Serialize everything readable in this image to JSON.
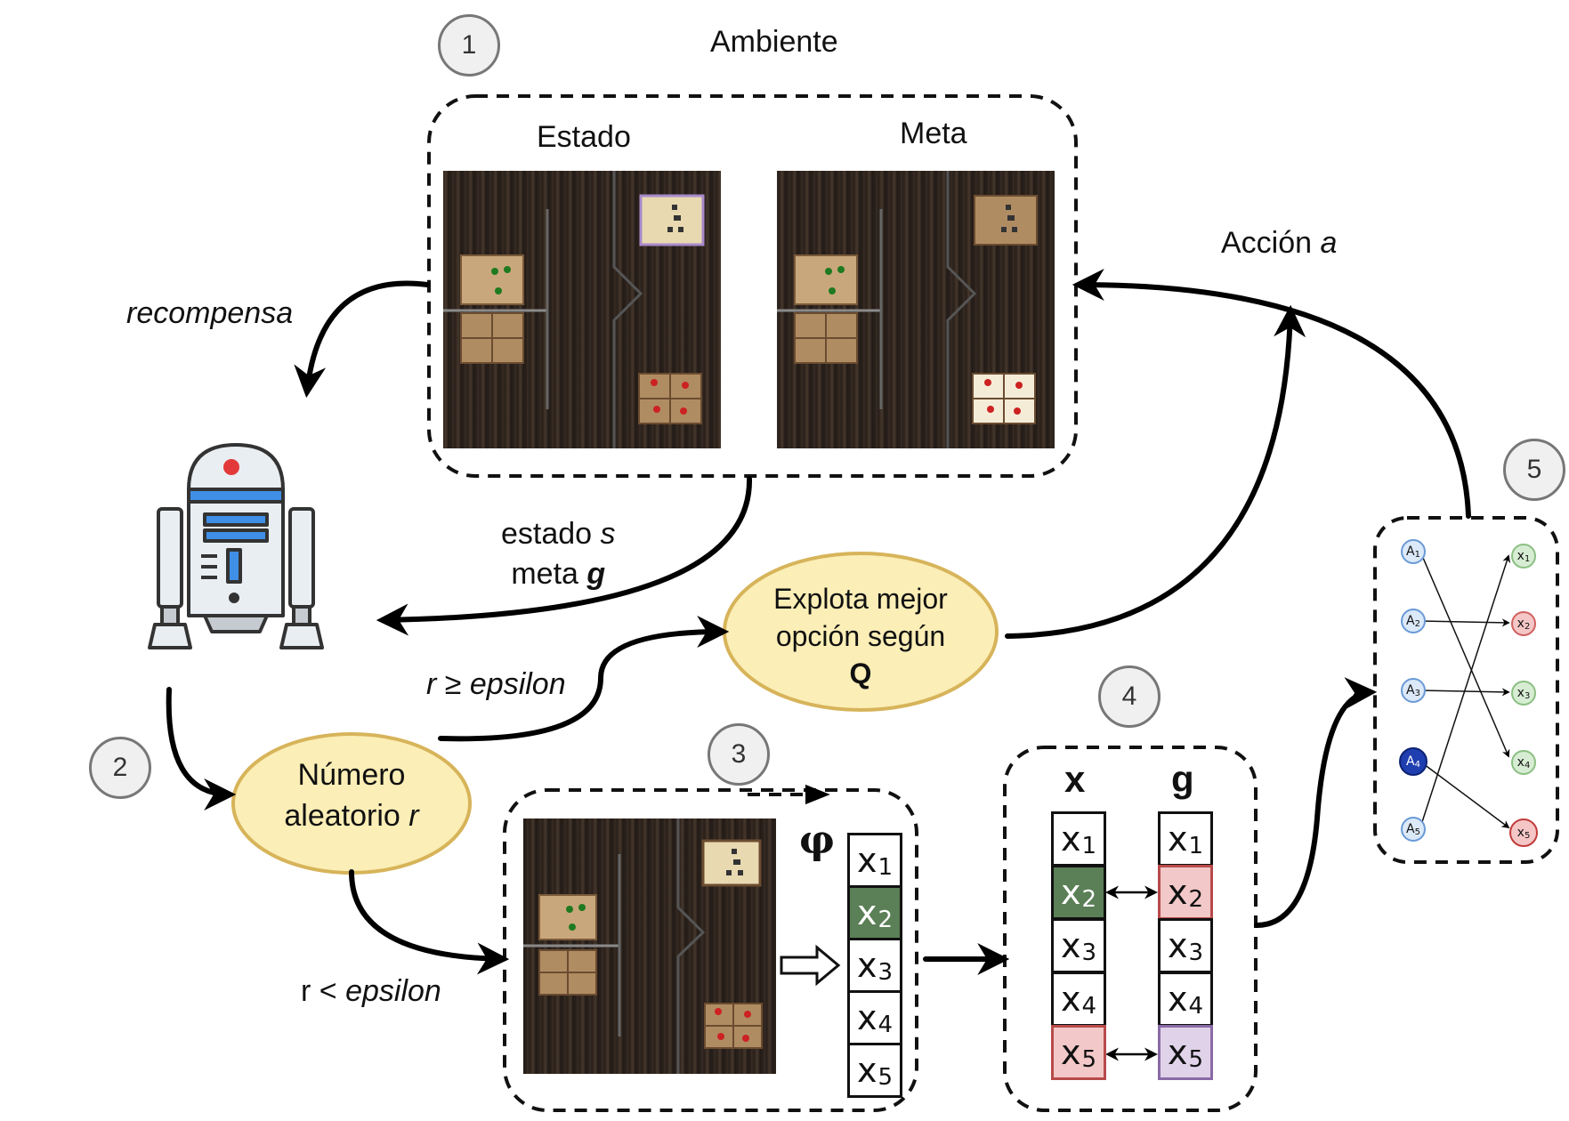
{
  "environment": {
    "title": "Ambiente",
    "state_label": "Estado",
    "goal_label": "Meta"
  },
  "edges": {
    "reward": "recompensa",
    "action_prefix": "Acción ",
    "action_var": "a",
    "state_line1_prefix": "estado ",
    "state_var": "s",
    "goal_line_prefix": "meta ",
    "goal_var": "g",
    "greater_prefix": "r ≥ ",
    "greater_var": "epsilon",
    "less_prefix": "r < ",
    "less_var": "epsilon"
  },
  "nodes": {
    "random_line1": "Número",
    "random_line2_prefix": "aleatorio ",
    "random_var": "r",
    "exploit_line1": "Explota mejor",
    "exploit_line2": "opción según",
    "exploit_line3": "Q"
  },
  "steps": [
    "1",
    "2",
    "3",
    "4",
    "5"
  ],
  "encoder": {
    "phi": "φ",
    "vector": [
      {
        "base": "x",
        "sub": "1"
      },
      {
        "base": "x",
        "sub": "2"
      },
      {
        "base": "x",
        "sub": "3"
      },
      {
        "base": "x",
        "sub": "4"
      },
      {
        "base": "x",
        "sub": "5"
      }
    ]
  },
  "comparison": {
    "x_header": "x",
    "g_header": "g",
    "x_cells": [
      {
        "base": "x",
        "sub": "1"
      },
      {
        "base": "x",
        "sub": "2"
      },
      {
        "base": "x",
        "sub": "3"
      },
      {
        "base": "x",
        "sub": "4"
      },
      {
        "base": "x",
        "sub": "5"
      }
    ],
    "g_cells": [
      {
        "base": "x",
        "sub": "1"
      },
      {
        "base": "x",
        "sub": "2"
      },
      {
        "base": "x",
        "sub": "3"
      },
      {
        "base": "x",
        "sub": "4"
      },
      {
        "base": "x",
        "sub": "5"
      }
    ]
  },
  "assignment": {
    "left": [
      {
        "base": "A",
        "sub": "1"
      },
      {
        "base": "A",
        "sub": "2"
      },
      {
        "base": "A",
        "sub": "3"
      },
      {
        "base": "A",
        "sub": "4"
      },
      {
        "base": "A",
        "sub": "5"
      }
    ],
    "right": [
      {
        "base": "x",
        "sub": "1"
      },
      {
        "base": "x",
        "sub": "2"
      },
      {
        "base": "x",
        "sub": "3"
      },
      {
        "base": "x",
        "sub": "4"
      },
      {
        "base": "x",
        "sub": "5"
      }
    ]
  },
  "colors": {
    "ellipse_fill": "#fbeeb6",
    "ellipse_stroke": "#d7b45a",
    "match_green": "#5b7f56",
    "mismatch_red": "#f2c8c8",
    "goal_purple": "#e0d2e9",
    "node_blue": "#dbe9f8",
    "node_dark_blue": "#1f3fb0",
    "node_green": "#d7edd3",
    "node_red": "#f5c6c6"
  }
}
